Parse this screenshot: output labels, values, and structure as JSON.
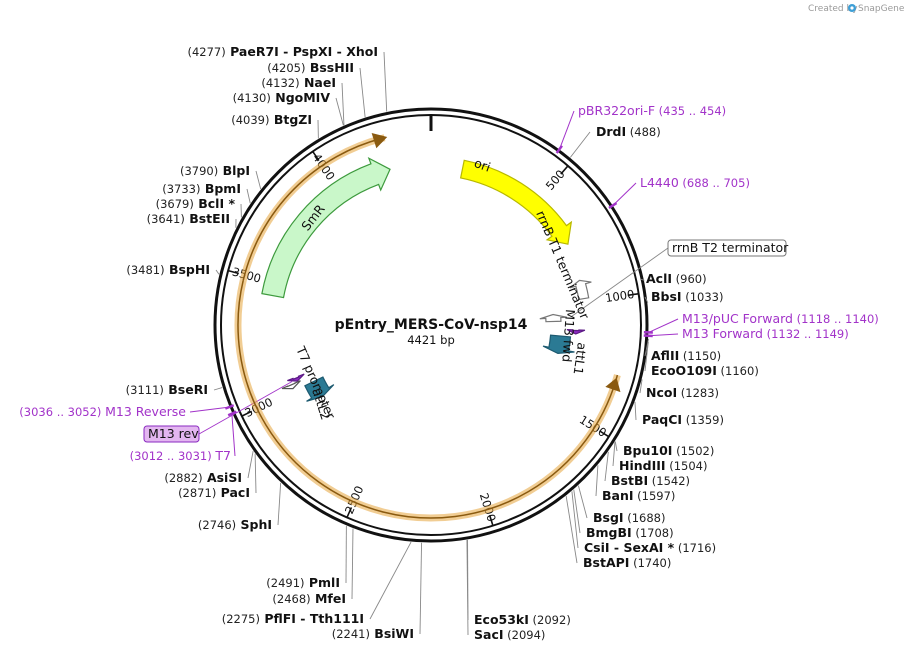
{
  "plasmid": {
    "name": "pEntry_MERS-CoV-nsp14",
    "length_label": "4421 bp",
    "length": 4421
  },
  "credit": {
    "prefix": "Created by",
    "brand": "SnapGene"
  },
  "ticks": [
    {
      "label": "500",
      "value": 500
    },
    {
      "label": "1000",
      "value": 1000
    },
    {
      "label": "1500",
      "value": 1500
    },
    {
      "label": "2000",
      "value": 2000
    },
    {
      "label": "2500",
      "value": 2500
    },
    {
      "label": "3000",
      "value": 3000
    },
    {
      "label": "3500",
      "value": 3500
    },
    {
      "label": "4000",
      "value": 4000
    }
  ],
  "features": [
    {
      "name": "ori",
      "color": "#ffff00",
      "stroke": "#b8b800",
      "start": 140,
      "end": 730,
      "direction": "cw"
    },
    {
      "name": "SmR",
      "color": "#c9f7c9",
      "stroke": "#3d9a3d",
      "start": 3445,
      "end": 4240,
      "direction": "cw"
    },
    {
      "name": "rrnB T1 terminator",
      "color": "#ffffff",
      "stroke": "#777777",
      "start": 900,
      "end": 985,
      "direction": "ccw"
    },
    {
      "name": "rrnB T2 terminator",
      "color": "#ffffff",
      "stroke": "#777777",
      "start": 1045,
      "end": 1085,
      "direction": "ccw"
    },
    {
      "name": "attL1",
      "color": "#2b7a94",
      "stroke": "#1d5a70",
      "start": 1165,
      "end": 1260,
      "direction": "cw"
    },
    {
      "name": "attL2",
      "color": "#2b7a94",
      "stroke": "#1d5a70",
      "start": 2905,
      "end": 3000,
      "direction": "ccw"
    },
    {
      "name": "M13 fwd",
      "color": "#8a2ac0",
      "stroke": "#5c1a85",
      "start": 1132,
      "end": 1149,
      "direction": "cw"
    },
    {
      "name": "M13 rev",
      "color": "#8a2ac0",
      "stroke": "#5c1a85",
      "start": 3036,
      "end": 3052,
      "direction": "ccw"
    },
    {
      "name": "T7 promoter",
      "color": "#ffffff",
      "stroke": "#555555",
      "start": 3012,
      "end": 3031,
      "direction": "ccw"
    }
  ],
  "insert": {
    "start": 1290,
    "end": 3480,
    "color": "#e6a43a"
  },
  "smr_highlight": {
    "start": 3480,
    "end": 4250,
    "color": "#e6a43a"
  },
  "sites": [
    {
      "pos": "(4277)",
      "name": "PaeR7I",
      "extra": "- PspXI",
      "extra2": "- XhoI",
      "loc": 4277
    },
    {
      "pos": "(4205)",
      "name": "BssHII",
      "loc": 4205
    },
    {
      "pos": "(4132)",
      "name": "NaeI",
      "loc": 4132
    },
    {
      "pos": "(4130)",
      "name": "NgoMIV",
      "loc": 4130
    },
    {
      "pos": "(4039)",
      "name": "BtgZI",
      "loc": 4039
    },
    {
      "pos": "(3790)",
      "name": "BlpI",
      "loc": 3790
    },
    {
      "pos": "(3733)",
      "name": "BpmI",
      "loc": 3733
    },
    {
      "pos": "(3679)",
      "name": "BclI *",
      "loc": 3679
    },
    {
      "pos": "(3641)",
      "name": "BstEII",
      "loc": 3641
    },
    {
      "pos": "(3481)",
      "name": "BspHI",
      "loc": 3481
    },
    {
      "pos": "(3111)",
      "name": "BseRI",
      "loc": 3111
    },
    {
      "pos": "(2882)",
      "name": "AsiSI",
      "loc": 2882
    },
    {
      "pos": "(2871)",
      "name": "PacI",
      "loc": 2871
    },
    {
      "pos": "(2746)",
      "name": "SphI",
      "loc": 2746
    },
    {
      "pos": "(2491)",
      "name": "PmlI",
      "loc": 2491
    },
    {
      "pos": "(2468)",
      "name": "MfeI",
      "loc": 2468
    },
    {
      "pos": "(2275)",
      "name": "PflFI",
      "extra": "- Tth111I",
      "loc": 2275
    },
    {
      "pos": "(2241)",
      "name": "BsiWI",
      "loc": 2241
    },
    {
      "pos": "(488)",
      "name": "DrdI",
      "loc": 488
    },
    {
      "pos": "(960)",
      "name": "AclI",
      "loc": 960
    },
    {
      "pos": "(1033)",
      "name": "BbsI",
      "loc": 1033
    },
    {
      "pos": "(1150)",
      "name": "AflII",
      "loc": 1150
    },
    {
      "pos": "(1160)",
      "name": "EcoO109I",
      "loc": 1160
    },
    {
      "pos": "(1283)",
      "name": "NcoI",
      "loc": 1283
    },
    {
      "pos": "(1359)",
      "name": "PaqCI",
      "loc": 1359
    },
    {
      "pos": "(1502)",
      "name": "Bpu10I",
      "loc": 1502
    },
    {
      "pos": "(1504)",
      "name": "HindIII",
      "loc": 1504
    },
    {
      "pos": "(1542)",
      "name": "BstBI",
      "loc": 1542
    },
    {
      "pos": "(1597)",
      "name": "BanI",
      "loc": 1597
    },
    {
      "pos": "(1688)",
      "name": "BsgI",
      "loc": 1688
    },
    {
      "pos": "(1708)",
      "name": "BmgBI",
      "loc": 1708
    },
    {
      "pos": "(1716)",
      "name": "CsiI",
      "extra": "- SexAI *",
      "loc": 1716
    },
    {
      "pos": "(1740)",
      "name": "BstAPI",
      "loc": 1740
    },
    {
      "pos": "(2092)",
      "name": "Eco53kI",
      "loc": 2092
    },
    {
      "pos": "(2094)",
      "name": "SacI",
      "loc": 2094
    }
  ],
  "primers": [
    {
      "name": "pBR322ori-F",
      "range": "(435 .. 454)",
      "loc": 444
    },
    {
      "name": "L4440",
      "range": "(688 .. 705)",
      "loc": 696
    },
    {
      "name": "M13/pUC Forward",
      "range": "(1118 .. 1140)",
      "loc": 1129
    },
    {
      "name": "M13 Forward",
      "range": "(1132 .. 1149)",
      "loc": 1140
    },
    {
      "name": "M13 Reverse",
      "range": "(3036 .. 3052)",
      "loc": 3044
    },
    {
      "name": "T7",
      "range": "(3012 .. 3031)",
      "loc": 3021
    }
  ],
  "boxed_labels": [
    {
      "name": "rrnB T2 terminator",
      "loc": 1065
    },
    {
      "name": "M13 rev",
      "loc": 3044
    }
  ]
}
